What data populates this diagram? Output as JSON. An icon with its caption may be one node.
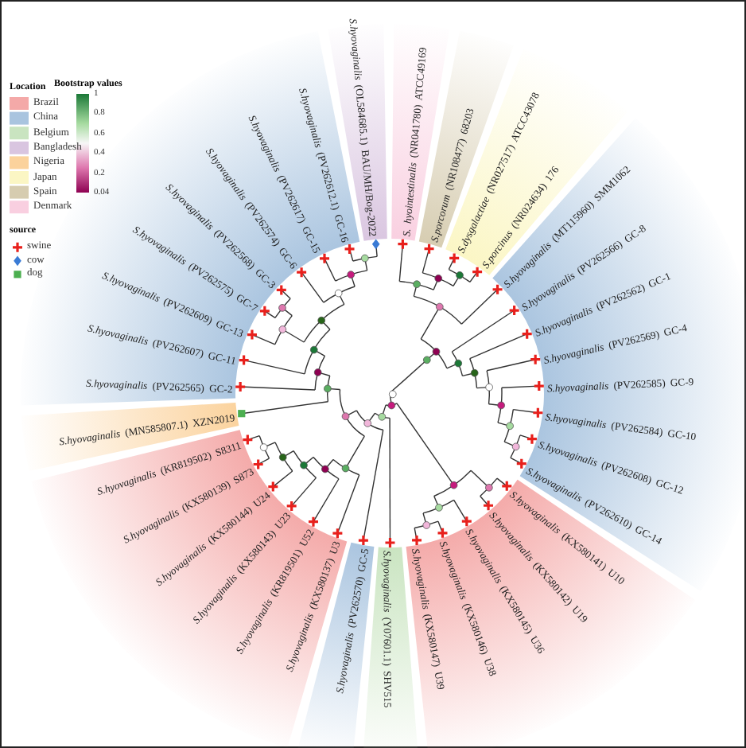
{
  "diagram": {
    "labels": [
      "Location",
      "Bootstrap values",
      "1",
      "0.8",
      "0.6",
      "0.4",
      "0.2",
      "0.04",
      "source",
      "*S. hyointestinalis* (NR041780) ATCC49169",
      "*S.porcorum* (NR108477) 68203",
      "*S.dysgalactiae* (NR027517) ATCC43078",
      "*S.porcinus* (NR024634) 176",
      "*S.hyovaginalis* (MT115960) SMM1062",
      "*S.hyovaginalis* (PV262566) GC-8",
      "*S.hyovaginalis* (PV262562) GC-1",
      "*S.hyovaginalis* (PV262569) GC-4",
      "*S.hyovaginalis* (PV262585) GC-9",
      "*S.hyovaginalis* (PV262584) GC-10",
      "*S.hyovaginalis* (PV262608) GC-12",
      "*S.hyovaginalis* (PV262610) GC-14",
      "*S.hyovaginalis* (MN585807.1) XZN2019",
      "*S.hyovaginalis* (KR819502) S8311",
      "*S.hyovaginalis* (KX580139) S873",
      "*S.hyovaginalis* (KX580144) U24",
      "*S.hyovaginalis* (KX580143) U23",
      "*S.hyovaginalis* (KR819501) U52",
      "*S.hyovaginalis* (KX580137) U3",
      "*S.hyovaginalis* (PV262570) GC-5",
      "*S.hyovaginalis* (Y07601.1) SHV515",
      "*S.hyovaginalis* (KX580147) U39",
      "*S.hyovaginalis* (KX580146) U38",
      "*S.hyovaginalis* (KX580145) U36",
      "*S.hyovaginalis* (KX580142) U19",
      "*S.hyovaginalis* (KX580141) U10",
      "*S.hyovaginalis* (PV262565) GC-2",
      "*S.hyovaginalis* (PV262607) GC-11",
      "*S.hyovaginalis* (PV262609) GC-13",
      "*S.hyovaginalis* (PV262575) GC-7",
      "*S.hyovaginalis* (PV262568) GC-3",
      "*S.hyovaginalis* (PV262574) GC-6",
      "*S.hyovaginalis* (PV262617) GC-15",
      "*S.hyovaginalis* (PV262612.1) GC-16",
      "*S.hyovaginalis* (OL584685.1) BAU/MH/Bog-2022"
    ],
    "legend": [
      {
        "text": "Brazil",
        "color": "#f4a9a8"
      },
      {
        "text": "China",
        "color": "#a9c4df"
      },
      {
        "text": "Belgium",
        "color": "#c9e4c0"
      },
      {
        "text": "Bangladesh",
        "color": "#d9c5e0"
      },
      {
        "text": "Nigeria",
        "color": "#fbd29c"
      },
      {
        "text": "Japan",
        "color": "#fbf6c4"
      },
      {
        "text": "Spain",
        "color": "#d6ccb0"
      },
      {
        "text": "Denmark",
        "color": "#f9cfe0"
      },
      {
        "text": "swine"
      },
      {
        "text": "cow"
      },
      {
        "text": "dog"
      }
    ]
  }
}
